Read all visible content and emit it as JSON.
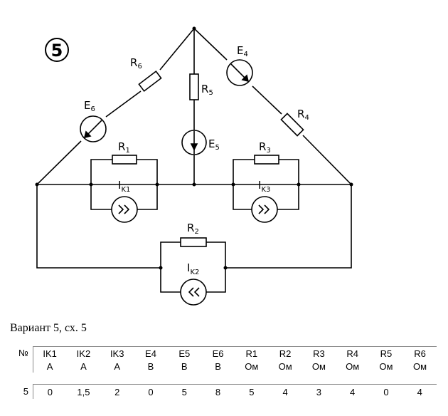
{
  "diagram": {
    "scheme_number": "5",
    "labels": {
      "R1": "R",
      "R1_sub": "1",
      "R2": "R",
      "R2_sub": "2",
      "R3": "R",
      "R3_sub": "3",
      "R4": "R",
      "R4_sub": "4",
      "R5": "R",
      "R5_sub": "5",
      "R6": "R",
      "R6_sub": "6",
      "E4": "E",
      "E4_sub": "4",
      "E5": "E",
      "E5_sub": "5",
      "E6": "E",
      "E6_sub": "6",
      "IK1": "I",
      "IK1_sub": "K1",
      "IK2": "I",
      "IK2_sub": "K2",
      "IK3": "I",
      "IK3_sub": "K3"
    }
  },
  "caption": "Вариант 5, сх. 5",
  "table": {
    "num_header": "№",
    "headers": [
      "IK1",
      "IK2",
      "IK3",
      "E4",
      "E5",
      "E6",
      "R1",
      "R2",
      "R3",
      "R4",
      "R5",
      "R6"
    ],
    "units": [
      "A",
      "A",
      "A",
      "B",
      "B",
      "B",
      "Ом",
      "Ом",
      "Ом",
      "Ом",
      "Ом",
      "Ом"
    ],
    "row_num": "5",
    "values": [
      "0",
      "1,5",
      "2",
      "0",
      "5",
      "8",
      "5",
      "4",
      "3",
      "4",
      "0",
      "4"
    ]
  }
}
